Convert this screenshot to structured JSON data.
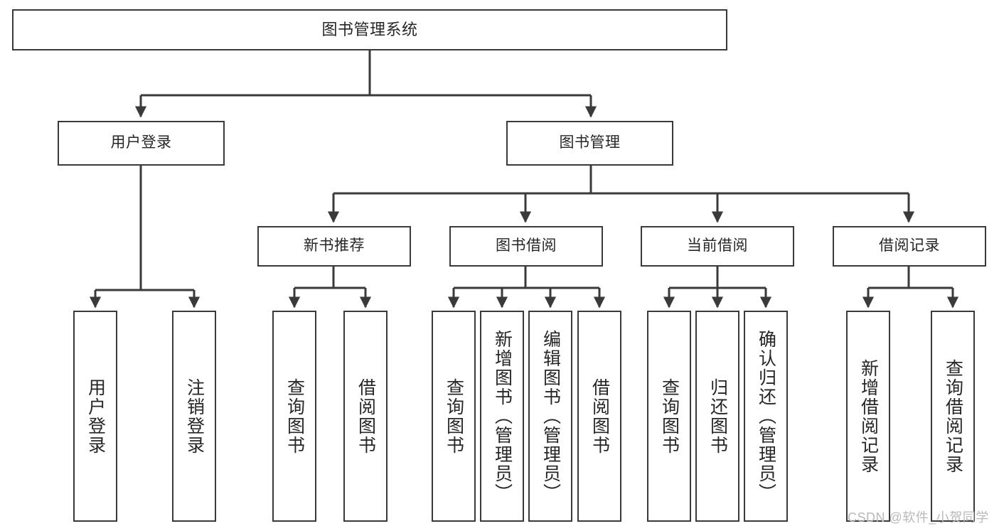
{
  "diagram": {
    "title": "图书管理系统",
    "type": "hierarchy-tree",
    "colors": {
      "box_border": "#3a3a3a",
      "box_fill": "#ffffff",
      "connector": "#3a3a3a",
      "text": "#262626",
      "watermark": "#b9b9b9"
    },
    "levels": {
      "level1": "root",
      "level2": "modules",
      "level3": "sub-modules",
      "level4": "functions"
    }
  },
  "root": {
    "label": "图书管理系统"
  },
  "level2": [
    {
      "id": "user-login",
      "label": "用户登录"
    },
    {
      "id": "book-manage",
      "label": "图书管理"
    }
  ],
  "level3": [
    {
      "id": "new-book-recommend",
      "label": "新书推荐",
      "parent": "book-manage"
    },
    {
      "id": "book-borrow",
      "label": "图书借阅",
      "parent": "book-manage"
    },
    {
      "id": "current-borrow",
      "label": "当前借阅",
      "parent": "book-manage"
    },
    {
      "id": "borrow-record",
      "label": "借阅记录",
      "parent": "book-manage"
    }
  ],
  "leaves": [
    {
      "id": "leaf-user-login",
      "label": "用户登录",
      "parent": "user-login"
    },
    {
      "id": "leaf-logout-login",
      "label": "注销登录",
      "parent": "user-login"
    },
    {
      "id": "leaf-query-book-1",
      "label": "查询图书",
      "parent": "new-book-recommend"
    },
    {
      "id": "leaf-borrow-book-1",
      "label": "借阅图书",
      "parent": "new-book-recommend"
    },
    {
      "id": "leaf-query-book-2",
      "label": "查询图书",
      "parent": "book-borrow"
    },
    {
      "id": "leaf-add-book",
      "label": "新增图书（管理员）",
      "parent": "book-borrow"
    },
    {
      "id": "leaf-edit-book",
      "label": "编辑图书（管理员）",
      "parent": "book-borrow"
    },
    {
      "id": "leaf-borrow-book-2",
      "label": "借阅图书",
      "parent": "book-borrow"
    },
    {
      "id": "leaf-query-book-3",
      "label": "查询图书",
      "parent": "current-borrow"
    },
    {
      "id": "leaf-return-book",
      "label": "归还图书",
      "parent": "current-borrow"
    },
    {
      "id": "leaf-confirm-return",
      "label": "确认归还（管理员）",
      "parent": "current-borrow"
    },
    {
      "id": "leaf-add-record",
      "label": "新增借阅记录",
      "parent": "borrow-record"
    },
    {
      "id": "leaf-query-record",
      "label": "查询借阅记录",
      "parent": "borrow-record"
    }
  ],
  "watermark": {
    "text": "CSDN @软件_小贺同学"
  }
}
